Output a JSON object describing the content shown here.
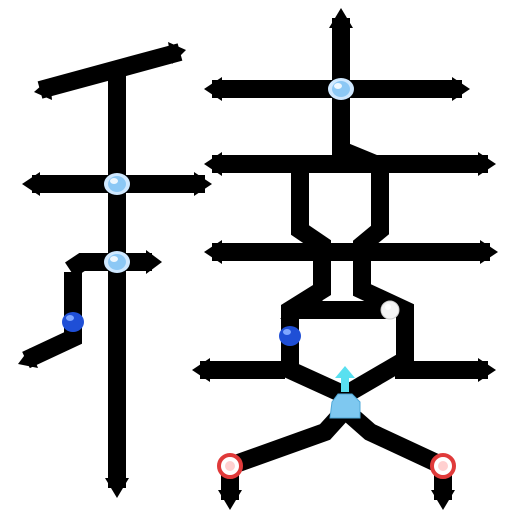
{
  "colors": {
    "background": "#ffffff",
    "path": "#000000",
    "waypoint_light": "#8cc8f5",
    "waypoint_dark": "#1f4fd6",
    "waypoint_white": "#f4f4f4",
    "goal_ring": "#e03a3a",
    "goal_center": "#ffd0d0",
    "player": "#7ec8f0",
    "player_arrow": "#59e0f0"
  },
  "legend": {
    "waypoint_light": "glowing-orb",
    "waypoint_dark": "blue-gem",
    "waypoint_white": "white-pearl",
    "goal": "red-target",
    "player": "player-marker"
  }
}
